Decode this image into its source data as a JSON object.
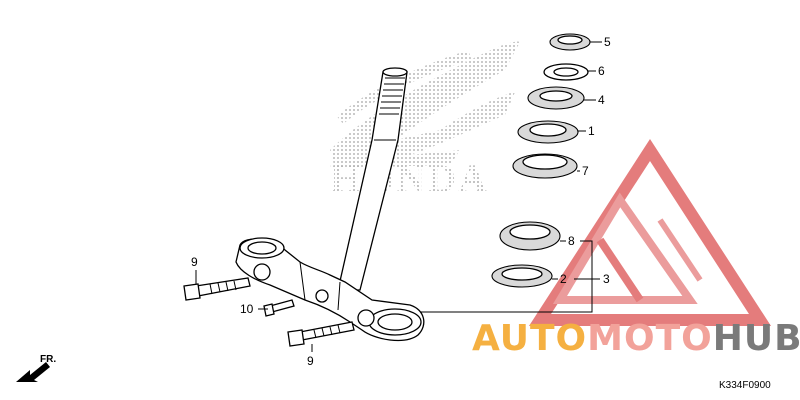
{
  "diagram": {
    "part_code": "K334F0900",
    "direction_label": "FR.",
    "watermark_text": "HONDA",
    "brand": {
      "word1": "AUTO",
      "word2": "MOTO",
      "word3": "HUB",
      "colors": {
        "auto": "#f5b041",
        "moto": "#f2a29a",
        "hub": "#7a7a7a",
        "triangle": "#e06666"
      }
    },
    "callouts": {
      "c5": "5",
      "c6": "6",
      "c4": "4",
      "c1": "1",
      "c7": "7",
      "c8": "8",
      "c2": "2",
      "c3": "3",
      "c9a": "9",
      "c10": "10",
      "c9b": "9"
    }
  }
}
